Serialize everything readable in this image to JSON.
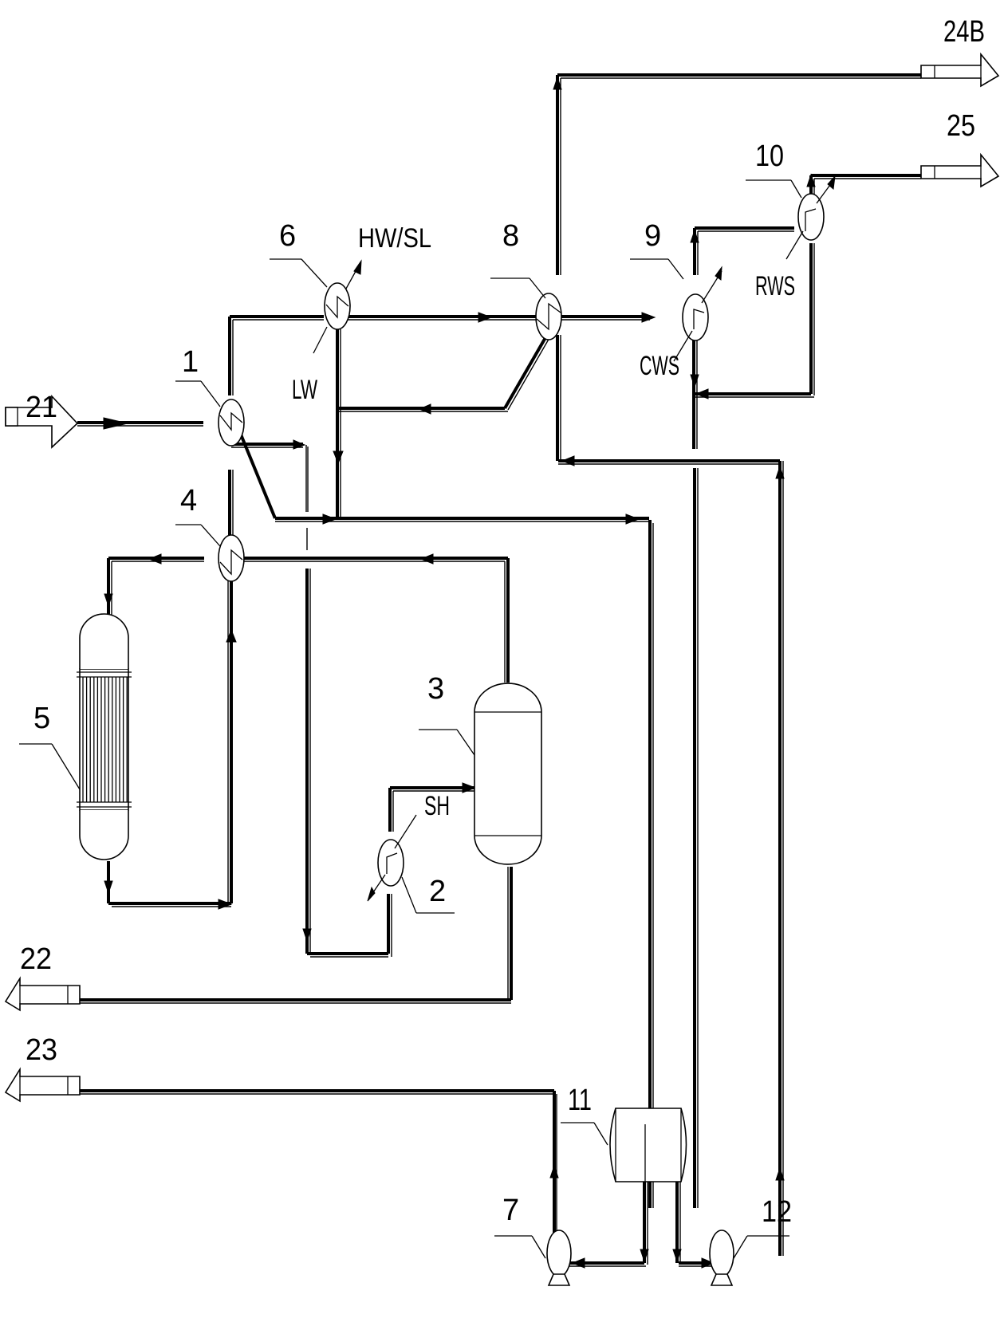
{
  "diagram": {
    "type": "process-flow-diagram",
    "equipment": [
      {
        "id": "1",
        "label": "1",
        "kind": "heat-exchanger"
      },
      {
        "id": "2",
        "label": "2",
        "kind": "heat-exchanger",
        "utility": "SH"
      },
      {
        "id": "3",
        "label": "3",
        "kind": "vertical-vessel"
      },
      {
        "id": "4",
        "label": "4",
        "kind": "heat-exchanger"
      },
      {
        "id": "5",
        "label": "5",
        "kind": "tubular-reactor"
      },
      {
        "id": "6",
        "label": "6",
        "kind": "heat-exchanger",
        "utility_in": "LW",
        "utility_out": "HW/SL"
      },
      {
        "id": "7",
        "label": "7",
        "kind": "pump"
      },
      {
        "id": "8",
        "label": "8",
        "kind": "heat-exchanger"
      },
      {
        "id": "9",
        "label": "9",
        "kind": "heat-exchanger",
        "utility": "CWS"
      },
      {
        "id": "10",
        "label": "10",
        "kind": "heat-exchanger",
        "utility": "RWS"
      },
      {
        "id": "11",
        "label": "11",
        "kind": "horizontal-separator"
      },
      {
        "id": "12",
        "label": "12",
        "kind": "pump"
      }
    ],
    "streams": [
      {
        "id": "21",
        "label": "21",
        "direction": "in"
      },
      {
        "id": "22",
        "label": "22",
        "direction": "out"
      },
      {
        "id": "23",
        "label": "23",
        "direction": "out"
      },
      {
        "id": "24B",
        "label": "24B",
        "direction": "out"
      },
      {
        "id": "25",
        "label": "25",
        "direction": "out"
      }
    ],
    "utilities": {
      "hw_sl": "HW/SL",
      "lw": "LW",
      "cws": "CWS",
      "rws": "RWS",
      "sh": "SH"
    }
  }
}
